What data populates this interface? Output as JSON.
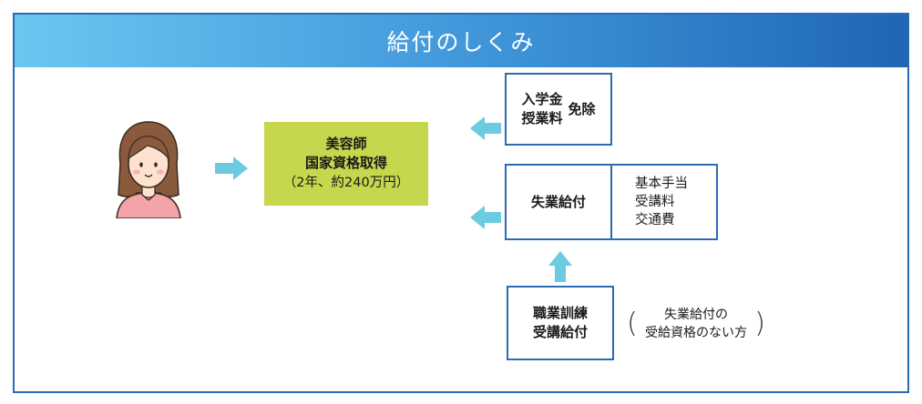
{
  "header": {
    "title": "給付のしくみ"
  },
  "goal": {
    "line1": "美容師",
    "line2": "国家資格取得",
    "line3": "（2年、約240万円）"
  },
  "exemption": {
    "label_a": "入学金",
    "label_b": "授業料",
    "label_c": "免除"
  },
  "unemployment": {
    "label": "失業給付",
    "details": [
      "基本手当",
      "受講料",
      "交通費"
    ]
  },
  "training": {
    "line1": "職業訓練",
    "line2": "受講給付"
  },
  "note": {
    "line1": "失業給付の",
    "line2": "受給資格のない方"
  },
  "colors": {
    "header_start": "#6cc6f1",
    "header_end": "#1f66b4",
    "frame_border": "#2a6cb2",
    "goal_fill": "#c6d64d",
    "arrow": "#6ccbe0"
  }
}
